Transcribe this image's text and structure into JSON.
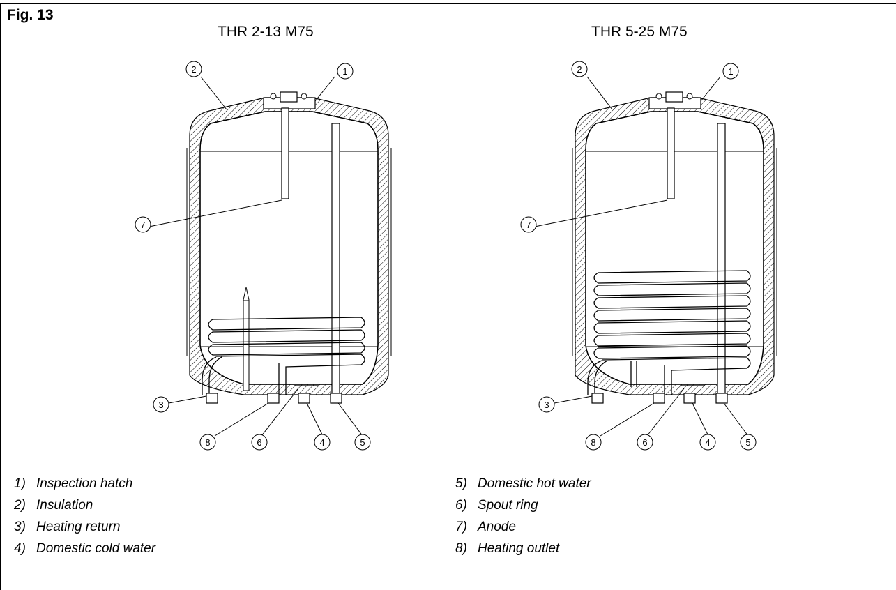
{
  "figure": {
    "label": "Fig. 13",
    "models": [
      "THR 2-13 M75",
      "THR 5-25 M75"
    ]
  },
  "callouts": [
    "1",
    "2",
    "3",
    "4",
    "5",
    "6",
    "7",
    "8"
  ],
  "legend": {
    "left": [
      {
        "num": "1)",
        "text": "Inspection hatch"
      },
      {
        "num": "2)",
        "text": "Insulation"
      },
      {
        "num": "3)",
        "text": "Heating return"
      },
      {
        "num": "4)",
        "text": "Domestic cold water"
      }
    ],
    "right": [
      {
        "num": "5)",
        "text": "Domestic hot water"
      },
      {
        "num": "6)",
        "text": "Spout ring"
      },
      {
        "num": "7)",
        "text": "Anode"
      },
      {
        "num": "8)",
        "text": "Heating outlet"
      }
    ]
  }
}
